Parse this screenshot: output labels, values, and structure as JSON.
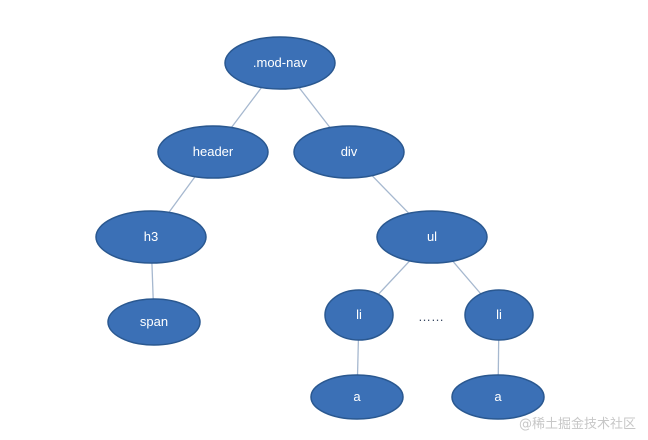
{
  "diagram": {
    "nodes": {
      "root": ".mod-nav",
      "header": "header",
      "div": "div",
      "h3": "h3",
      "span": "span",
      "ul": "ul",
      "li_left": "li",
      "li_right": "li",
      "a_left": "a",
      "a_right": "a"
    },
    "ellipsis": "……",
    "edges": [
      [
        "root",
        "header"
      ],
      [
        "root",
        "div"
      ],
      [
        "header",
        "h3"
      ],
      [
        "h3",
        "span"
      ],
      [
        "div",
        "ul"
      ],
      [
        "ul",
        "li_left"
      ],
      [
        "ul",
        "li_right"
      ],
      [
        "li_left",
        "a_left"
      ],
      [
        "li_right",
        "a_right"
      ]
    ],
    "colors": {
      "node_fill": "#3b70b6",
      "node_stroke": "#2a5890",
      "node_text": "#ffffff",
      "edge": "#a6b8cf"
    }
  },
  "watermark": "@稀土掘金技术社区"
}
